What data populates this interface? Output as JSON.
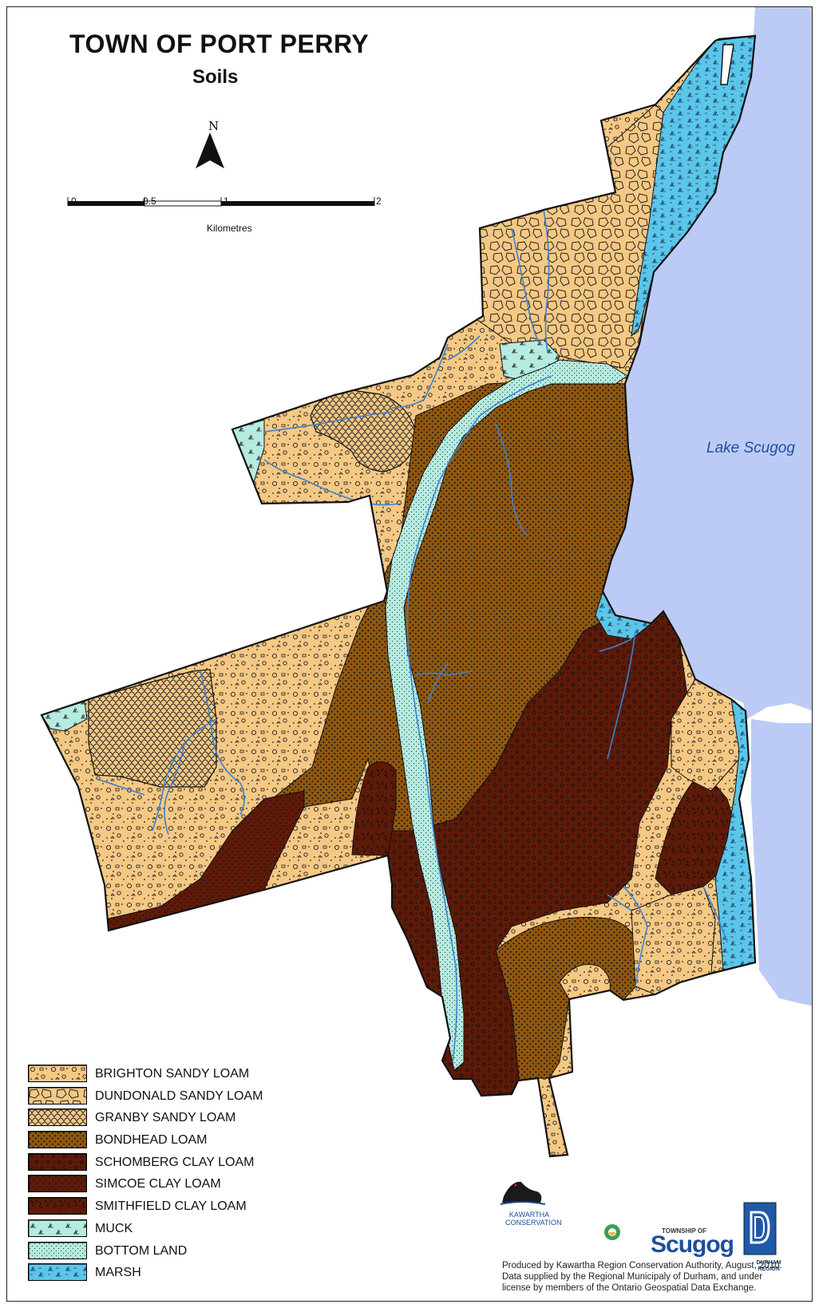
{
  "title": "TOWN OF PORT PERRY",
  "subtitle": "Soils",
  "north_label": "N",
  "scale": {
    "labels": [
      "0",
      "0.5",
      "1",
      "2"
    ],
    "units": "Kilometres"
  },
  "water_label": "Lake Scugog",
  "legend": [
    {
      "label": "BRIGHTON SANDY LOAM",
      "pattern": "brighton",
      "color": "#f5c884"
    },
    {
      "label": "DUNDONALD SANDY LOAM",
      "pattern": "dundonald",
      "color": "#f5c884"
    },
    {
      "label": "GRANBY SANDY LOAM",
      "pattern": "granby",
      "color": "#f5c884"
    },
    {
      "label": "BONDHEAD LOAM",
      "pattern": "bondhead",
      "color": "#8f5710"
    },
    {
      "label": "SCHOMBERG CLAY LOAM",
      "pattern": "schomberg",
      "color": "#5e1a08"
    },
    {
      "label": "SIMCOE CLAY LOAM",
      "pattern": "simcoe",
      "color": "#5e1a08"
    },
    {
      "label": "SMITHFIELD CLAY LOAM",
      "pattern": "smithfield",
      "color": "#5e1a08"
    },
    {
      "label": "MUCK",
      "pattern": "muck",
      "color": "#b5ebe0"
    },
    {
      "label": "BOTTOM LAND",
      "pattern": "bottom",
      "color": "#b5ebe0"
    },
    {
      "label": "MARSH",
      "pattern": "marsh",
      "color": "#5bc6ea"
    }
  ],
  "colors": {
    "lake": "#bccbf5",
    "stream": "#3d82cf",
    "sandy": "#f5c884",
    "bondhead": "#8f5710",
    "clay": "#5e1a08",
    "muck": "#b5ebe0",
    "marsh": "#5bc6ea"
  },
  "logos": {
    "kawartha": "KAWARTHA CONSERVATION",
    "township_small": "TOWNSHIP OF",
    "township_big": "Scugog",
    "durham": "DURHAM REGION"
  },
  "credits": [
    "Produced by Kawartha Region Conservation Authority, August, 2010.",
    "Data supplied by the Regional Municipaly of Durham, and under",
    "license by members of the Ontario Geospatial Data Exchange."
  ]
}
